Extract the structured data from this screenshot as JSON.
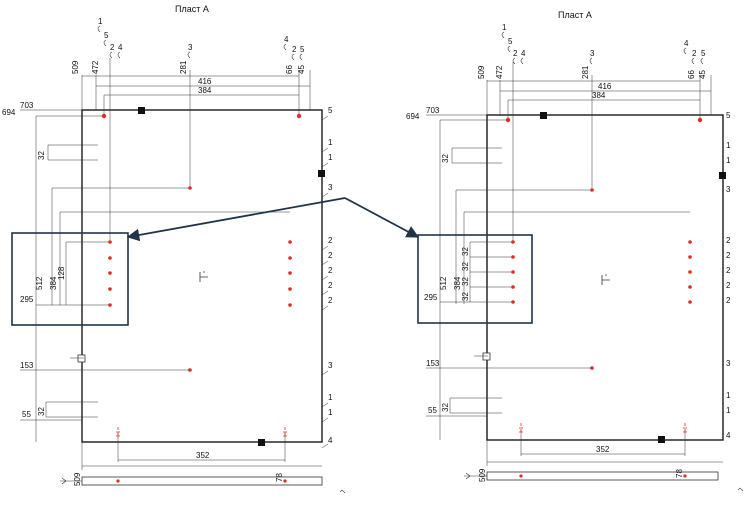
{
  "panels": [
    {
      "id": "left",
      "title": "Пласт А",
      "dims": {
        "d509_top": "509",
        "d472": "472",
        "d281": "281",
        "d66": "66",
        "d45": "45",
        "d416": "416",
        "d384": "384",
        "d703": "703",
        "d694": "694",
        "d32_top": "32",
        "d512": "512",
        "d384_v": "384",
        "d128": "128",
        "d295": "295",
        "d153": "153",
        "d55": "55",
        "d32_bot": "32",
        "d352": "352",
        "d509_bot": "509",
        "d78": "78"
      },
      "right_labels": [
        "5",
        "1",
        "1",
        "3",
        "2",
        "2",
        "2",
        "2",
        "2",
        "3",
        "1",
        "1",
        "4"
      ],
      "top_labels": {
        "t1": "1",
        "t5": "5",
        "t2": "2",
        "t4": "4",
        "t3": "3",
        "t4b": "4",
        "t2b": "2",
        "t5b": "5"
      }
    },
    {
      "id": "right",
      "title": "Пласт А",
      "dims": {
        "d509_top": "509",
        "d472": "472",
        "d281": "281",
        "d66": "66",
        "d45": "45",
        "d416": "416",
        "d384": "384",
        "d703": "703",
        "d694": "694",
        "d32_top": "32",
        "d512": "512",
        "d384_v": "384",
        "d128": "32",
        "d295": "295",
        "d32a": "32",
        "d32b": "32",
        "d32c": "32",
        "d153": "153",
        "d55": "55",
        "d32_bot": "32",
        "d352": "352",
        "d509_bot": "509",
        "d78": "78"
      },
      "right_labels": [
        "5",
        "1",
        "1",
        "3",
        "2",
        "2",
        "2",
        "2",
        "2",
        "3",
        "1",
        "1",
        "4"
      ],
      "top_labels": {
        "t1": "1",
        "t5": "5",
        "t2": "2",
        "t4": "4",
        "t3": "3",
        "t4b": "4",
        "t2b": "2",
        "t5b": "5"
      }
    }
  ],
  "colors": {
    "line": "#1a1a1a",
    "dim": "#333333",
    "hole": "#d93025",
    "callout": "#1f3448"
  }
}
